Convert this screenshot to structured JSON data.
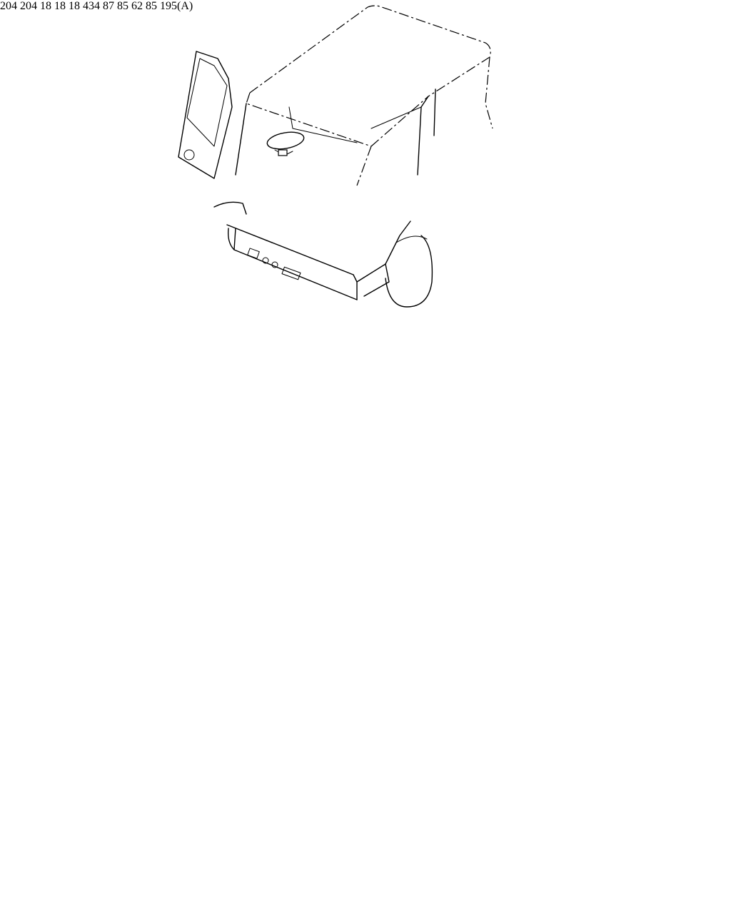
{
  "diagram": {
    "labels": {
      "upper_204_top": "204",
      "upper_204_bottom": "204",
      "upper_18_left": "18",
      "upper_18_right": "18",
      "upper_18_door": "18",
      "inset_434": "434",
      "lower_87": "87",
      "lower_85_inset": "85",
      "lower_62": "62",
      "lower_85": "85",
      "lower_195a": "195(A)"
    }
  }
}
